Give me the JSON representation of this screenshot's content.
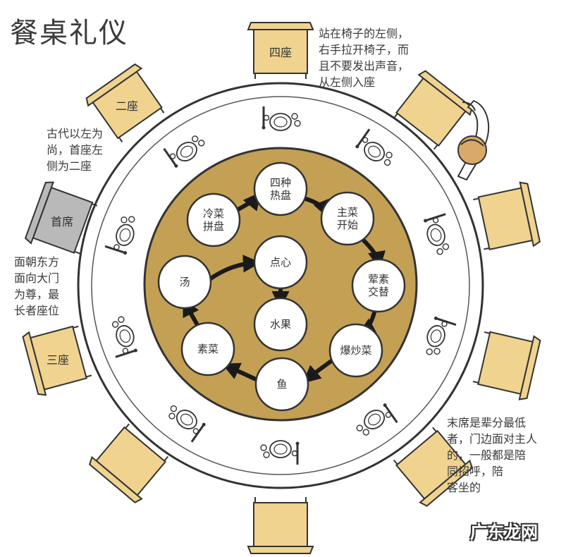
{
  "title": "餐桌礼仪",
  "notes": {
    "enter": "站在椅子的左侧，\n右手拉开椅子，而\n且不要发出声音，\n从左侧入座",
    "left_honor": "古代以左为\n尚，首座左\n侧为二座",
    "head_seat": "面朝东方\n面向大门\n为尊，最\n长者座位",
    "last_seat": "末席是辈分最低\n者，门边面对主人\n的，一般都是陪\n同招呼，陪\n客坐的"
  },
  "seats": {
    "head": "首席",
    "second": "二座",
    "third": "三座",
    "fourth": "四座"
  },
  "dishes": {
    "cold": "冷菜\n拼盘",
    "hot4": "四种\n热盘",
    "main": "主菜\n开始",
    "mix": "荤素\n交替",
    "stirfry": "爆炒菜",
    "fish": "鱼",
    "veg": "素菜",
    "soup": "汤",
    "dessert": "点心",
    "fruit": "水果"
  },
  "watermark": "广东龙网",
  "colors": {
    "table_gold": "#c4a055",
    "chair_yellow": "#efd38f",
    "head_chair_gray": "#b9b9b9",
    "line": "#333333"
  },
  "icons": [
    "chair-icon",
    "place-setting-icon",
    "person-pulling-chair-icon",
    "arrow-icon"
  ]
}
